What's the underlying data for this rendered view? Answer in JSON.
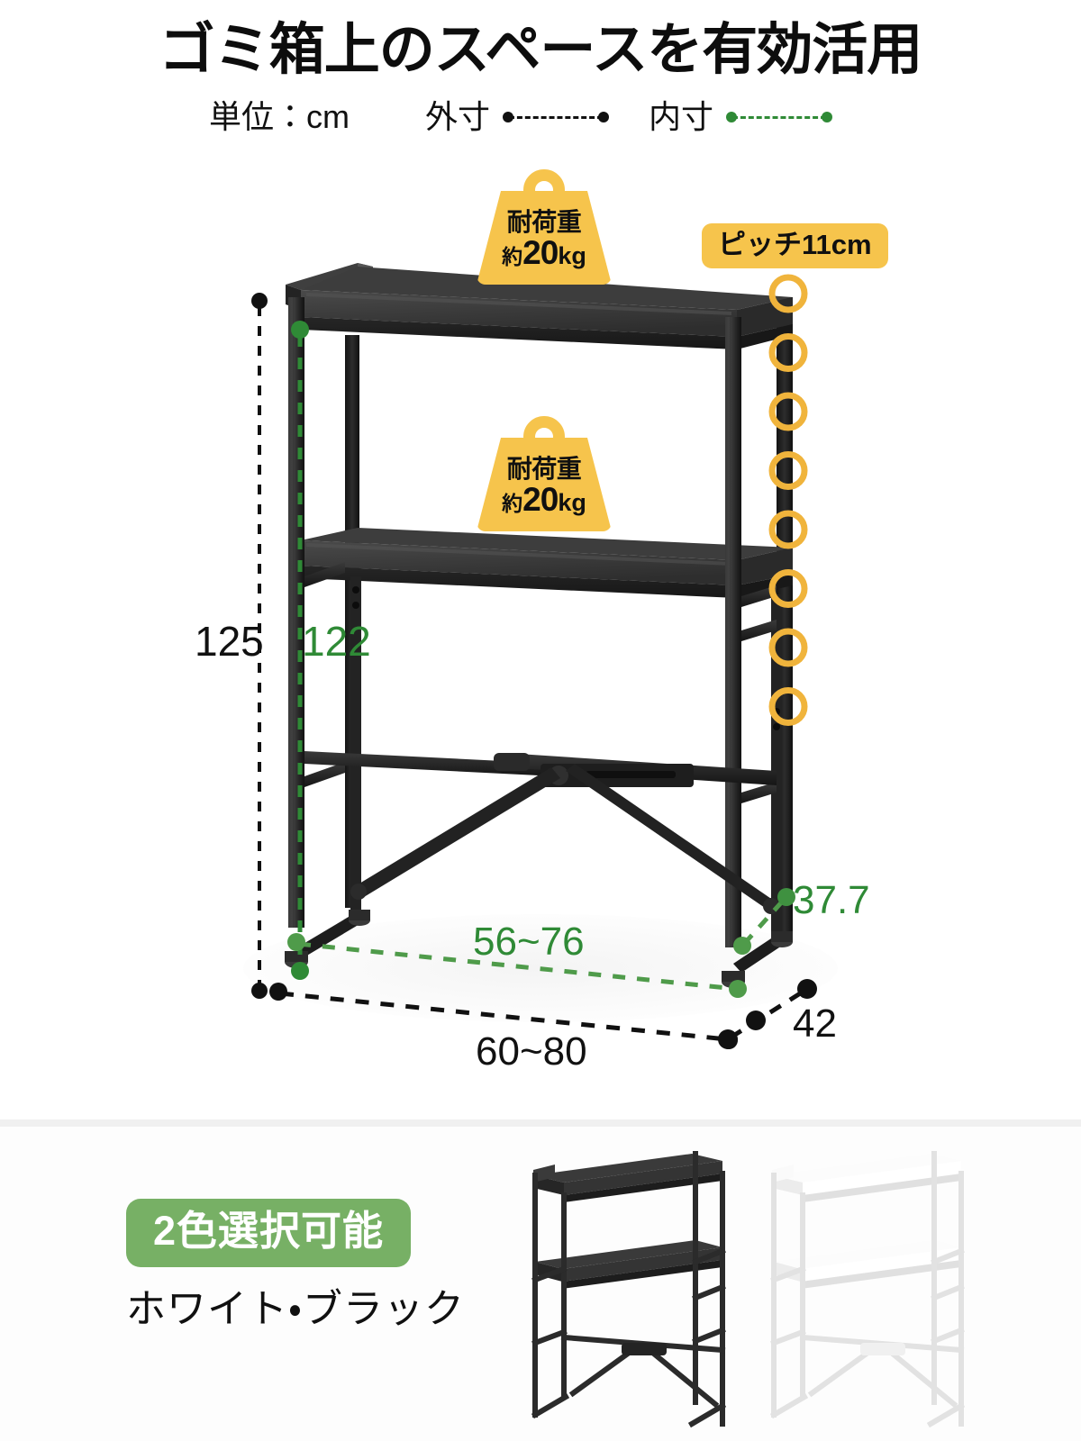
{
  "header": {
    "title": "ゴミ箱上のスペースを有効活用",
    "legend": {
      "unit_label": "単位：cm",
      "outer_label": "外寸",
      "inner_label": "内寸",
      "outer_line_color": "#111111",
      "inner_line_color": "#2f8a36"
    }
  },
  "badges": {
    "weight_top": {
      "line1": "耐荷重",
      "prefix": "約",
      "value": "20",
      "unit": "kg"
    },
    "weight_mid": {
      "line1": "耐荷重",
      "prefix": "約",
      "value": "20",
      "unit": "kg"
    },
    "pitch": "ピッチ11cm",
    "accent_amber": "#f6c44c"
  },
  "dimensions": {
    "height_outer": "125",
    "height_inner": "122",
    "inner_width": "56~76",
    "outer_width": "60~80",
    "depth_outer": "42",
    "depth_inner": "37.7"
  },
  "pitch_marks": {
    "count": 8,
    "color": "#f0b43c"
  },
  "color_section": {
    "badge": "2色選択可能",
    "badge_color": "#77b065",
    "options": "ホワイト・ブラック",
    "swatches": [
      {
        "name": "black",
        "frame": "#2b2b2b",
        "shelf": "#343434"
      },
      {
        "name": "white",
        "frame": "#ededed",
        "shelf": "#fafafa"
      }
    ]
  }
}
